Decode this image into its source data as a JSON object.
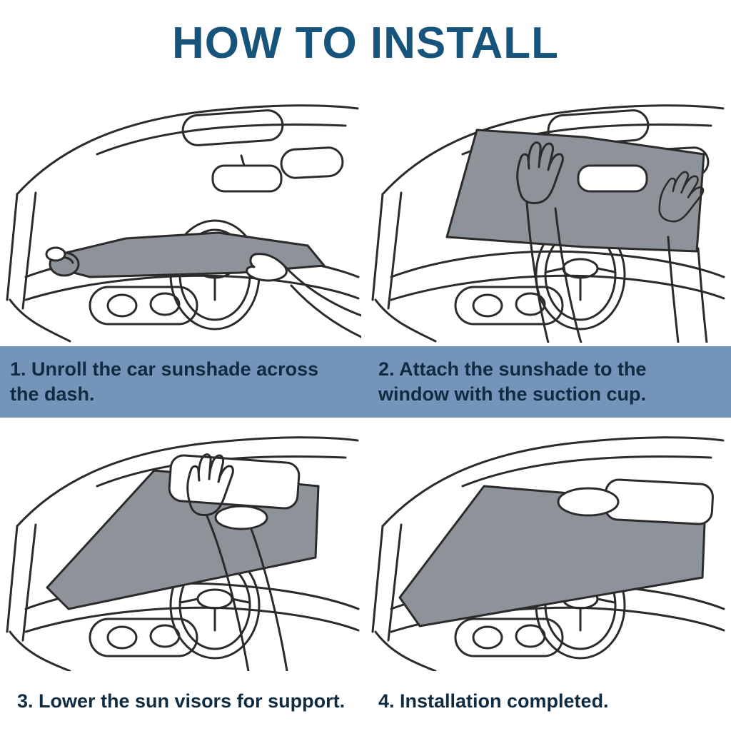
{
  "title": "HOW TO INSTALL",
  "colors": {
    "title_text": "#17547b",
    "caption_band": "#7494b9",
    "caption_text": "#102c43",
    "sunshade_gray": "#8e9399",
    "line_art": "#2b2b2b",
    "background": "#ffffff"
  },
  "steps": [
    {
      "number": "1",
      "caption": "1. Unroll the car sunshade across the dash.",
      "illustration": "hand-unrolling-gray-sunshade-across-dashboard"
    },
    {
      "number": "2",
      "caption": "2. Attach the sunshade to the window with the suction cup.",
      "illustration": "two-hands-pressing-sunshade-to-windshield"
    },
    {
      "number": "3",
      "caption": "3. Lower the sun visors for support.",
      "illustration": "hand-lowering-sun-visor-over-sunshade"
    },
    {
      "number": "4",
      "caption": "4. Installation completed.",
      "illustration": "sunshade-fully-installed-on-windshield"
    }
  ]
}
